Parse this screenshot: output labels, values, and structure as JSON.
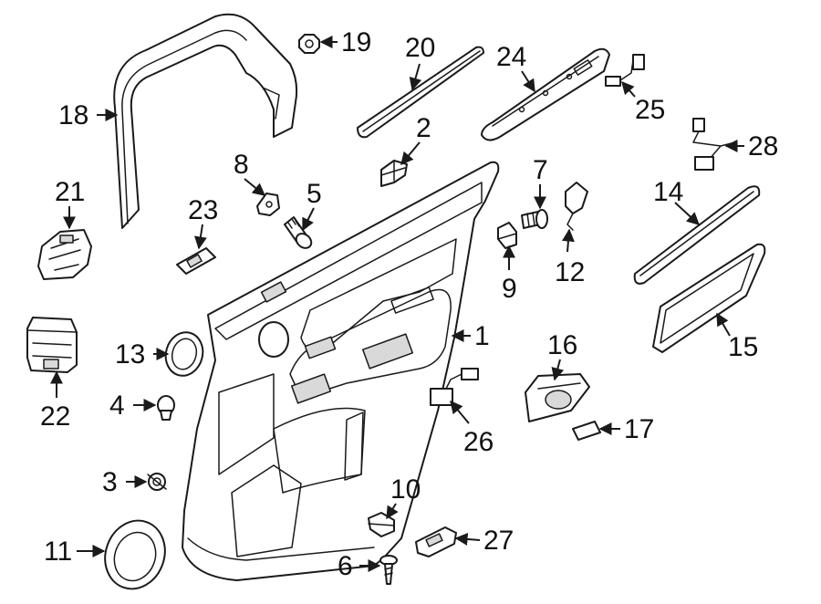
{
  "diagram": {
    "callouts": [
      {
        "id": "1",
        "label": "1"
      },
      {
        "id": "2",
        "label": "2"
      },
      {
        "id": "3",
        "label": "3"
      },
      {
        "id": "4",
        "label": "4"
      },
      {
        "id": "5",
        "label": "5"
      },
      {
        "id": "6",
        "label": "6"
      },
      {
        "id": "7",
        "label": "7"
      },
      {
        "id": "8",
        "label": "8"
      },
      {
        "id": "9",
        "label": "9"
      },
      {
        "id": "10",
        "label": "10"
      },
      {
        "id": "11",
        "label": "11"
      },
      {
        "id": "12",
        "label": "12"
      },
      {
        "id": "13",
        "label": "13"
      },
      {
        "id": "14",
        "label": "14"
      },
      {
        "id": "15",
        "label": "15"
      },
      {
        "id": "16",
        "label": "16"
      },
      {
        "id": "17",
        "label": "17"
      },
      {
        "id": "18",
        "label": "18"
      },
      {
        "id": "19",
        "label": "19"
      },
      {
        "id": "20",
        "label": "20"
      },
      {
        "id": "21",
        "label": "21"
      },
      {
        "id": "22",
        "label": "22"
      },
      {
        "id": "23",
        "label": "23"
      },
      {
        "id": "24",
        "label": "24"
      },
      {
        "id": "25",
        "label": "25"
      },
      {
        "id": "26",
        "label": "26"
      },
      {
        "id": "27",
        "label": "27"
      },
      {
        "id": "28",
        "label": "28"
      }
    ]
  },
  "colors": {
    "line": "#1a1a1a",
    "background": "#ffffff",
    "shade": "#d9d9d9"
  }
}
